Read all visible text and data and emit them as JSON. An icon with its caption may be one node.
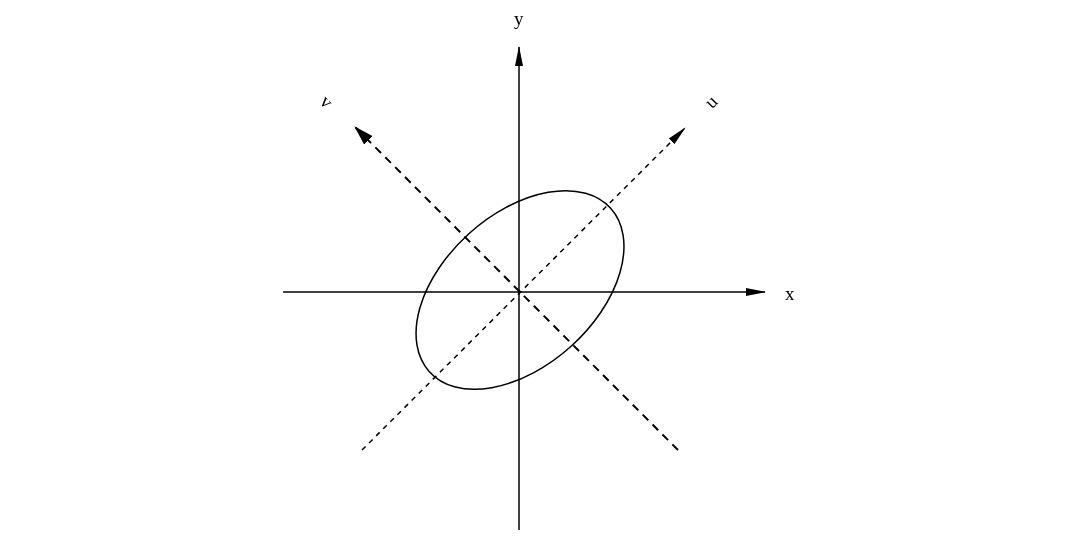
{
  "diagram": {
    "labels": [
      "y",
      "v",
      "u",
      "x"
    ]
  }
}
